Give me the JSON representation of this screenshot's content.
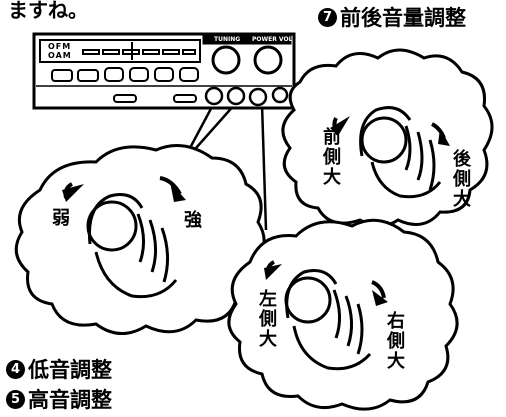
{
  "top_fragment": "ますね。",
  "callout_balance": {
    "number": "7",
    "text": "前後音量調整"
  },
  "callout_bass": {
    "number": "4",
    "text": "低音調整"
  },
  "callout_treble": {
    "number": "5",
    "text": "高音調整"
  },
  "device": {
    "display_top": "OFM",
    "display_bottom": "OAM",
    "knob_label_left": "TUNING",
    "knob_label_right": "POWER VOL"
  },
  "bubble_tone": {
    "left": "弱",
    "right": "強"
  },
  "bubble_fader": {
    "left": "前側大",
    "right": "後側大"
  },
  "bubble_balance": {
    "left": "左側大",
    "right": "右側大"
  },
  "colors": {
    "ink": "#000000",
    "paper": "#ffffff"
  }
}
